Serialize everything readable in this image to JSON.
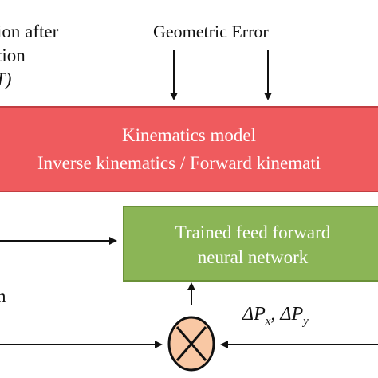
{
  "top_left_label": {
    "line1": "ion after",
    "line2": "tion",
    "line3": "T)"
  },
  "geometric_error_label": "Geometric Error",
  "kinematics_box": {
    "title": "Kinematics model",
    "subtitle": "Inverse kinematics / Forward kinemati"
  },
  "nn_box": {
    "line1": "Trained feed forward",
    "line2": "neural network"
  },
  "left_fragment_label": "n",
  "delta_label": {
    "delta": "ΔP",
    "sub_x": "x",
    "sep": ", ",
    "sub_y": "y"
  },
  "colors": {
    "kinematics_fill": "#ef5b5e",
    "nn_fill": "#8bb556",
    "junction_fill": "#f9c8a4",
    "lines": "#111111"
  }
}
